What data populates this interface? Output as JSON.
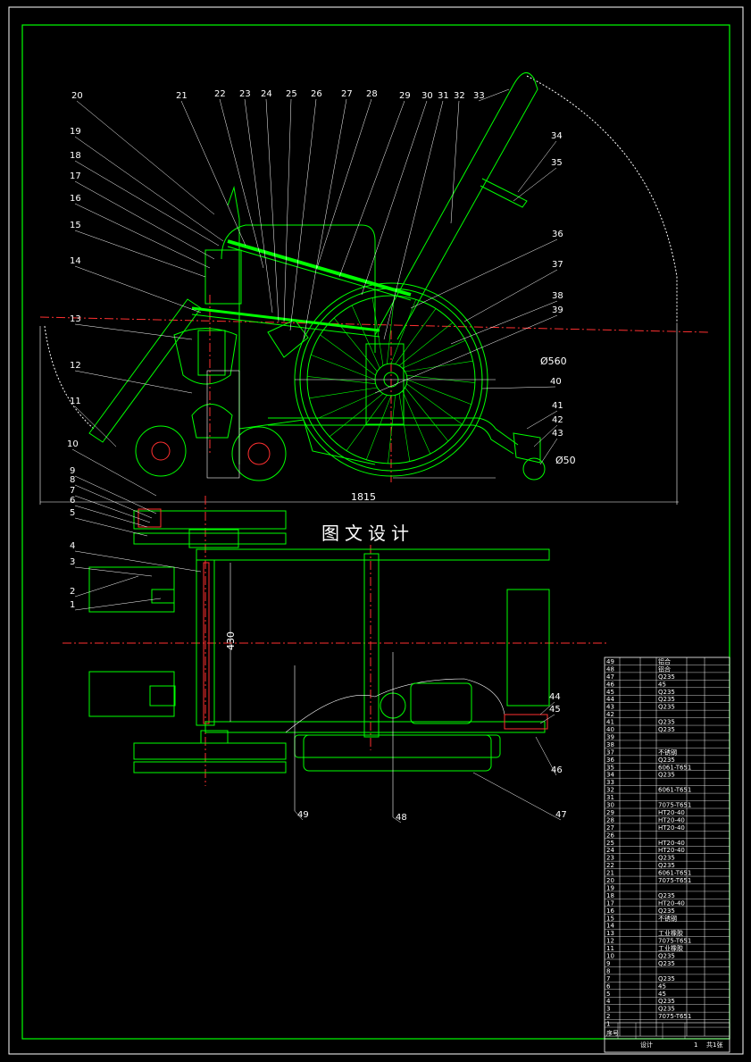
{
  "drawing": {
    "watermark": "图文设计",
    "dimensions": {
      "wheel_diameter": "Ø560",
      "caster_diameter": "Ø50",
      "overall_length": "1815",
      "frame_width": "430"
    },
    "side_view_callouts": [
      "20",
      "21",
      "22",
      "23",
      "24",
      "25",
      "26",
      "27",
      "28",
      "29",
      "30",
      "31",
      "32",
      "33",
      "19",
      "18",
      "17",
      "16",
      "15",
      "14",
      "13",
      "12",
      "11",
      "34",
      "35",
      "36",
      "37",
      "38",
      "39",
      "40",
      "41",
      "42",
      "43"
    ],
    "plan_view_callouts": [
      "10",
      "9",
      "8",
      "7",
      "6",
      "5",
      "4",
      "3",
      "2",
      "1",
      "44",
      "45",
      "46",
      "47",
      "48",
      "49"
    ]
  },
  "bom": {
    "first_item": "49",
    "last_item": "1",
    "header_label": "序号",
    "materials": {
      "r49": "铝合",
      "r48": "铝合",
      "r47": "Q235",
      "r46": "45",
      "r45": "Q235",
      "r44": "Q235",
      "r43": "Q235",
      "r41": "Q235",
      "r40": "Q235",
      "r37": "不锈钢",
      "r36": "Q235",
      "r35": "6061-T651",
      "r34": "Q235",
      "r32": "6061-T651",
      "r30": "7075-T651",
      "r29": "HT20-40",
      "r28": "HT20-40",
      "r27": "HT20-40",
      "r25": "HT20-40",
      "r24": "HT20-40",
      "r23": "Q235",
      "r22": "Q235",
      "r21": "6061-T651",
      "r20": "7075-T651",
      "r18": "Q235",
      "r17": "HT20-40",
      "r16": "Q235",
      "r15": "不锈钢",
      "r13": "工业橡胶",
      "r12": "7075-T651",
      "r11": "工业橡胶",
      "r10": "Q235",
      "r9": "Q235",
      "r7": "Q235",
      "r6": "45",
      "r5": "45",
      "r4": "Q235",
      "r3": "Q235",
      "r2": "7075-T651"
    },
    "footer": {
      "title": "设计",
      "scale": "1",
      "sheet": "共1张"
    }
  },
  "colors": {
    "background": "#000000",
    "outline": "#00ff00",
    "centerline": "#ff3030",
    "leader": "#ffffff"
  }
}
